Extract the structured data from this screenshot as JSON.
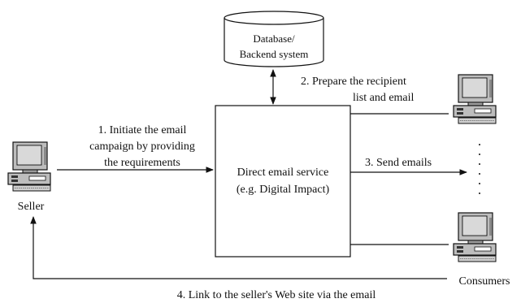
{
  "database": {
    "line1": "Database/",
    "line2": "Backend system"
  },
  "service": {
    "line1": "Direct email service",
    "line2": "(e.g. Digital Impact)"
  },
  "seller": {
    "label": "Seller",
    "icon": "computer-icon"
  },
  "consumers": {
    "label": "Consumers",
    "icon": "computer-icon"
  },
  "steps": {
    "step1": {
      "line1": "1. Initiate the email",
      "line2": "campaign by providing",
      "line3": "the requirements"
    },
    "step2": {
      "line1": "2. Prepare the recipient",
      "line2": "list and email"
    },
    "step3": {
      "line1": "3. Send emails"
    },
    "step4": {
      "line1": "4. Link to the seller's Web site via the email"
    }
  }
}
